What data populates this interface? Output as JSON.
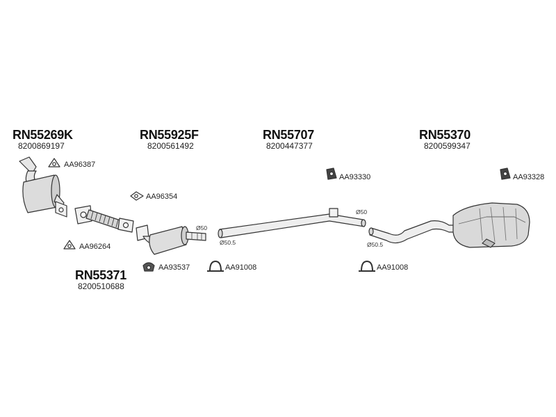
{
  "parts": {
    "catalyst": {
      "part_number": "RN55269K",
      "oem": "8200869197"
    },
    "dpf": {
      "part_number": "RN55925F",
      "oem": "8200561492"
    },
    "mid_pipe": {
      "part_number": "RN55707",
      "oem": "8200447377"
    },
    "rear_silencer": {
      "part_number": "RN55370",
      "oem": "8200599347"
    },
    "flex_pipe": {
      "part_number": "RN55371",
      "oem": "8200510688"
    }
  },
  "accessories": {
    "gasket_a": "AA96387",
    "gasket_b": "AA96354",
    "gasket_c": "AA96264",
    "hanger_a": "AA93330",
    "hanger_b": "AA93328",
    "hanger_c": "AA93537",
    "clamp_a": "AA91008",
    "clamp_b": "AA91008"
  },
  "dimensions": {
    "dpf_outlet": "Ø50",
    "mid_pipe_inlet": "Ø50.5",
    "mid_pipe_outlet": "Ø50",
    "rear_inlet": "Ø50.5"
  }
}
